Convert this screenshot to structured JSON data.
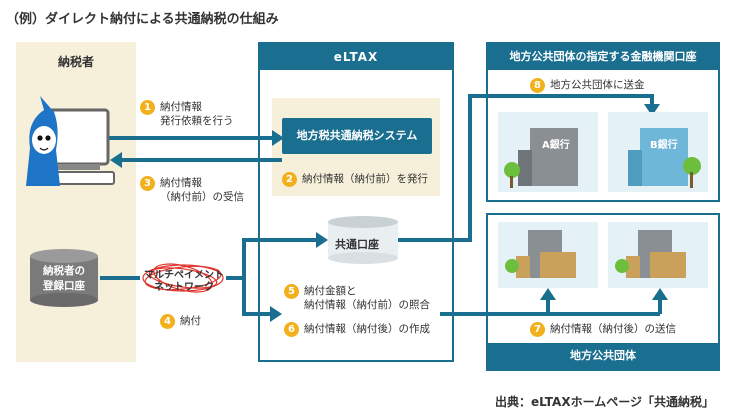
{
  "title": "（例）ダイレクト納付による共通納税の仕組み",
  "columns": {
    "taxpayer": "納税者",
    "eltax": "eLTAX",
    "bank": "地方公共団体の指定する金融機関口座",
    "government": "地方公共団体"
  },
  "steps": [
    {
      "num": "1",
      "line1": "納付情報",
      "line2": "発行依頼を行う"
    },
    {
      "num": "2",
      "line1": "納付情報（納付前）を発行",
      "line2": ""
    },
    {
      "num": "3",
      "line1": "納付情報",
      "line2": "（納付前）の受信"
    },
    {
      "num": "4",
      "line1": "納付",
      "line2": ""
    },
    {
      "num": "5",
      "line1": "納付金額と",
      "line2": "納付情報（納付前）の照合"
    },
    {
      "num": "6",
      "line1": "納付情報（納付後）の作成",
      "line2": ""
    },
    {
      "num": "7",
      "line1": "納付情報（納付後）の送信",
      "line2": ""
    },
    {
      "num": "8",
      "line1": "地方公共団体に送金",
      "line2": ""
    }
  ],
  "system_box": "地方税共通納税システム",
  "common_account": "共通口座",
  "payer_account": {
    "line1": "納税者の",
    "line2": "登録口座"
  },
  "network": {
    "line1": "マルチペイメント",
    "line2": "ネットワーク"
  },
  "banks": [
    {
      "label": "A銀行"
    },
    {
      "label": "B銀行"
    }
  ],
  "colors": {
    "primary": "#1a6e8f",
    "accent": "#f2b01c",
    "beige": "#f6efda",
    "tile": "#e4f2f7",
    "network_red": "#e0322b"
  },
  "source": "出典：eLTAXホームページ「共通納税」"
}
